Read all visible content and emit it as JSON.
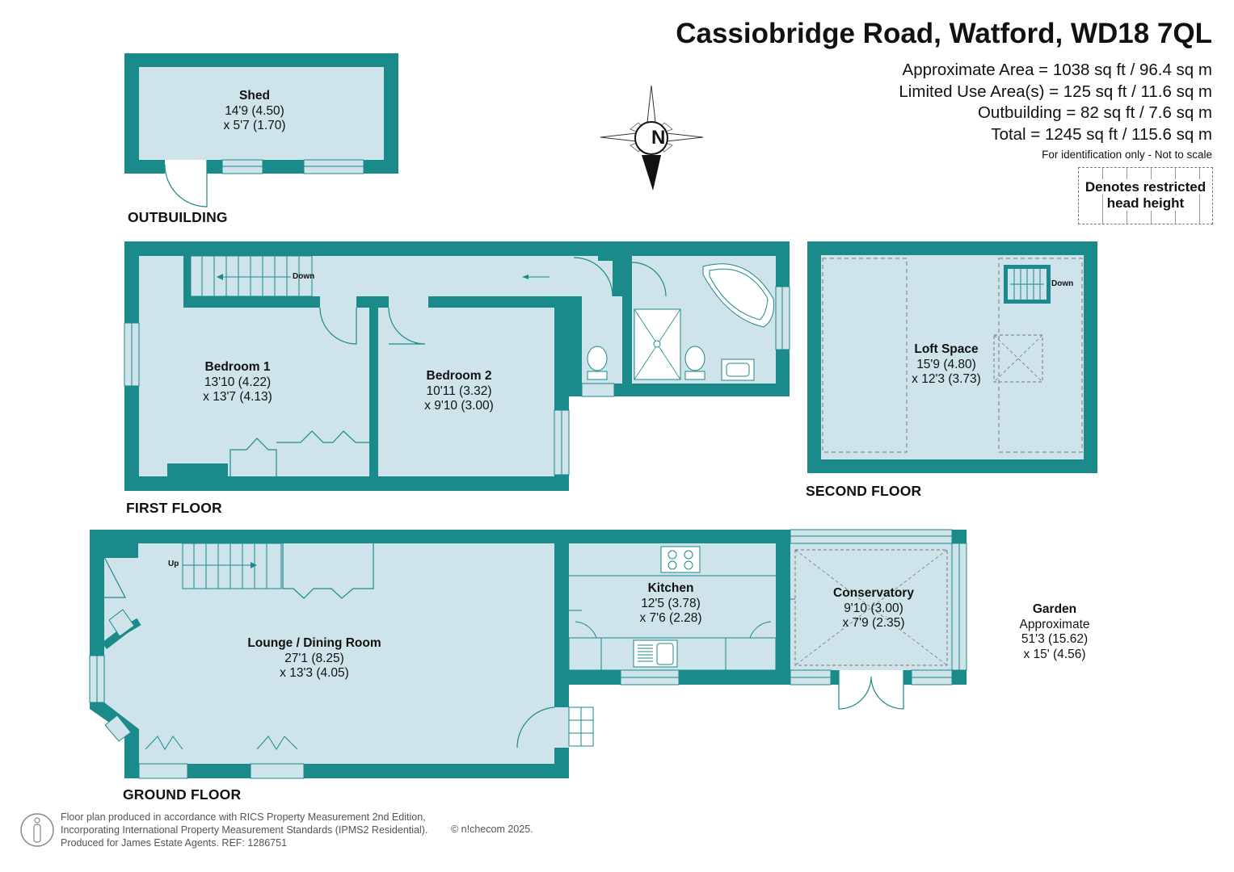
{
  "header": {
    "address": "Cassiobridge Road, Watford, WD18 7QL",
    "areas": [
      "Approximate Area = 1038 sq ft / 96.4 sq m",
      "Limited Use Area(s) = 125 sq ft / 11.6 sq m",
      "Outbuilding = 82 sq ft / 7.6 sq m",
      "Total = 1245 sq ft / 115.6 sq m"
    ],
    "note": "For identification only - Not to scale",
    "restricted_line1": "Denotes restricted",
    "restricted_line2": "head height"
  },
  "compass": {
    "label": "N"
  },
  "floors": {
    "outbuilding": "OUTBUILDING",
    "first": "FIRST FLOOR",
    "second": "SECOND FLOOR",
    "ground": "GROUND FLOOR"
  },
  "rooms": {
    "shed": {
      "name": "Shed",
      "dim1": "14'9 (4.50)",
      "dim2": "x 5'7 (1.70)"
    },
    "bedroom1": {
      "name": "Bedroom 1",
      "dim1": "13'10 (4.22)",
      "dim2": "x 13'7 (4.13)"
    },
    "bedroom2": {
      "name": "Bedroom 2",
      "dim1": "10'11 (3.32)",
      "dim2": "x 9'10 (3.00)"
    },
    "loft": {
      "name": "Loft Space",
      "dim1": "15'9 (4.80)",
      "dim2": "x 12'3 (3.73)"
    },
    "lounge": {
      "name": "Lounge / Dining Room",
      "dim1": "27'1 (8.25)",
      "dim2": "x 13'3 (4.05)"
    },
    "kitchen": {
      "name": "Kitchen",
      "dim1": "12'5 (3.78)",
      "dim2": "x 7'6 (2.28)"
    },
    "conservatory": {
      "name": "Conservatory",
      "dim1": "9'10 (3.00)",
      "dim2": "x 7'9 (2.35)"
    },
    "garden": {
      "name": "Garden",
      "dim0": "Approximate",
      "dim1": "51'3 (15.62)",
      "dim2": "x 15' (4.56)"
    }
  },
  "stairs": {
    "down1": "Down",
    "down2": "Down",
    "up": "Up"
  },
  "footer": {
    "line1": "Floor plan produced in accordance with RICS Property Measurement 2nd Edition,",
    "line2": "Incorporating International Property Measurement Standards (IPMS2 Residential).",
    "line3": "Produced for James Estate Agents.   REF: 1286751",
    "copyright": "© n!checom 2025."
  },
  "colors": {
    "wall": "#1a8a8a",
    "floor": "#cfe4ea",
    "text": "#111111",
    "restricted_hatch": "#999999"
  }
}
